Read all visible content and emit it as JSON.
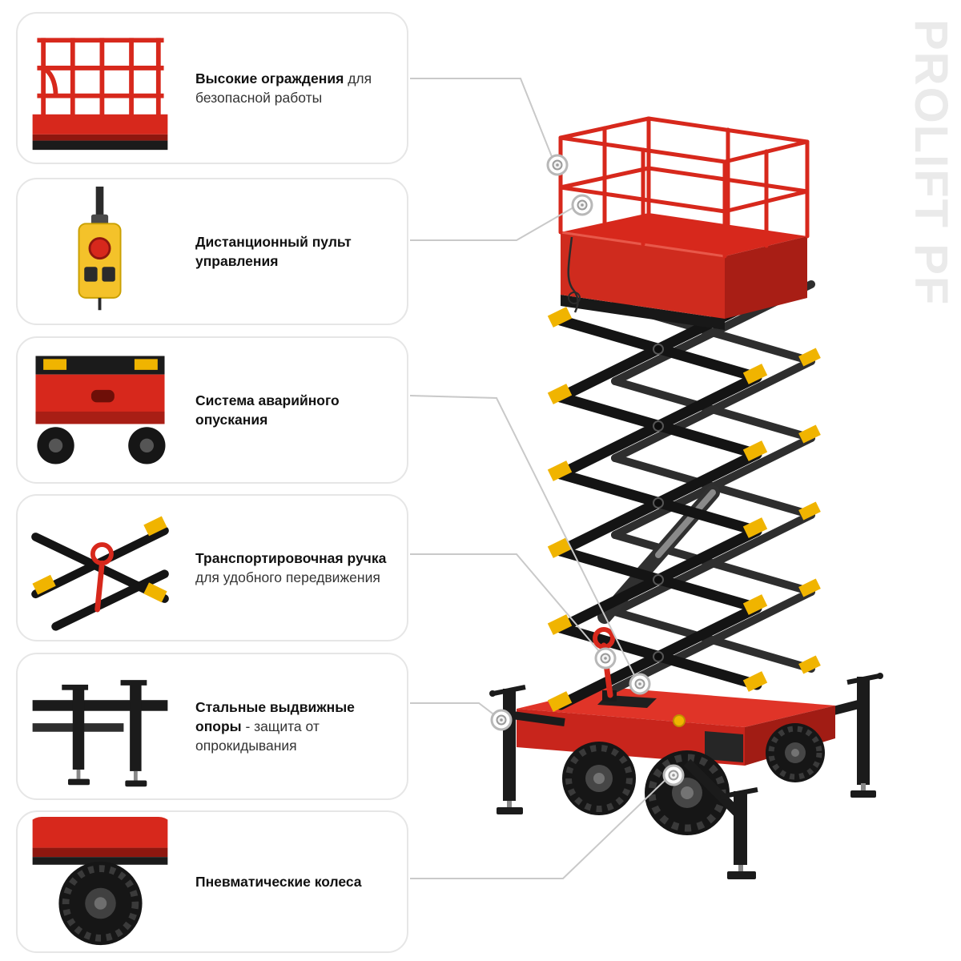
{
  "watermark": "PROLIFT PF",
  "features": [
    {
      "icon": "railing-detail",
      "bold": "Высокие ограждения",
      "rest": "для безопасной работы"
    },
    {
      "icon": "remote-control-detail",
      "bold": "Дистанционный пульт управления",
      "rest": ""
    },
    {
      "icon": "emergency-lowering-detail",
      "bold": "Система аварийного опускания",
      "rest": ""
    },
    {
      "icon": "transport-handle-detail",
      "bold": "Транспортировочная ручка",
      "rest": "для удобного передвижения"
    },
    {
      "icon": "outriggers-detail",
      "bold": "Стальные выдвижные опоры",
      "rest": "- защита от опрокидывания"
    },
    {
      "icon": "wheels-detail",
      "bold": "Пневматические колеса",
      "rest": ""
    }
  ],
  "colors": {
    "accent_red": "#d7281c",
    "machine_black": "#1b1b1b",
    "pad_yellow": "#f0b400",
    "connector_gray": "#c9c9c9",
    "watermark_gray": "#eaeaea"
  }
}
